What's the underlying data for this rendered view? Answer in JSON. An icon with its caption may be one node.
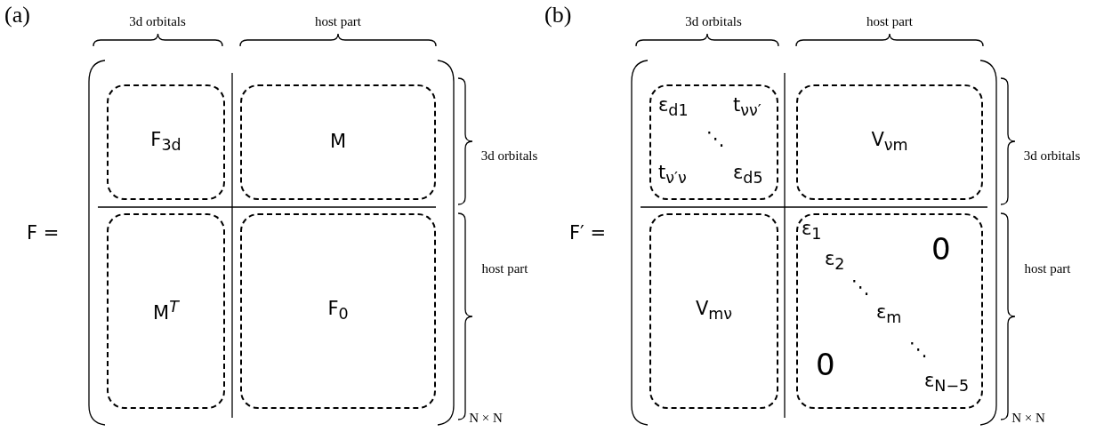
{
  "diagram": {
    "nodes": [
      {
        "text": [
          "F$_{3d}$"
        ]
      },
      {
        "text": [
          "M"
        ]
      },
      {
        "text": [
          "M$^{T}$"
        ]
      },
      {
        "text": [
          "F$_{0}$"
        ]
      },
      {
        "text": [
          "ε$_{d1}$",
          "t$_{νν′}$",
          "⋱",
          "t$_{ν′ν}$",
          "ε$_{d5}$"
        ]
      },
      {
        "text": [
          "V$_{νm}$"
        ]
      },
      {
        "text": [
          "V$_{mν}$"
        ]
      },
      {
        "text": [
          "ε$_{1}$",
          "ε$_{2}$",
          "0",
          "⋱",
          "ε$_{m}$",
          "⋱",
          "0",
          "ε$_{N−5}$"
        ]
      }
    ],
    "labels": [
      "(a)",
      "3d orbitals",
      "host part",
      "3d orbitals",
      "host part",
      "F =",
      "N × N",
      "(b)",
      "3d orbitals",
      "host part",
      "3d orbitals",
      "host part",
      "F′ =",
      "N × N"
    ]
  }
}
